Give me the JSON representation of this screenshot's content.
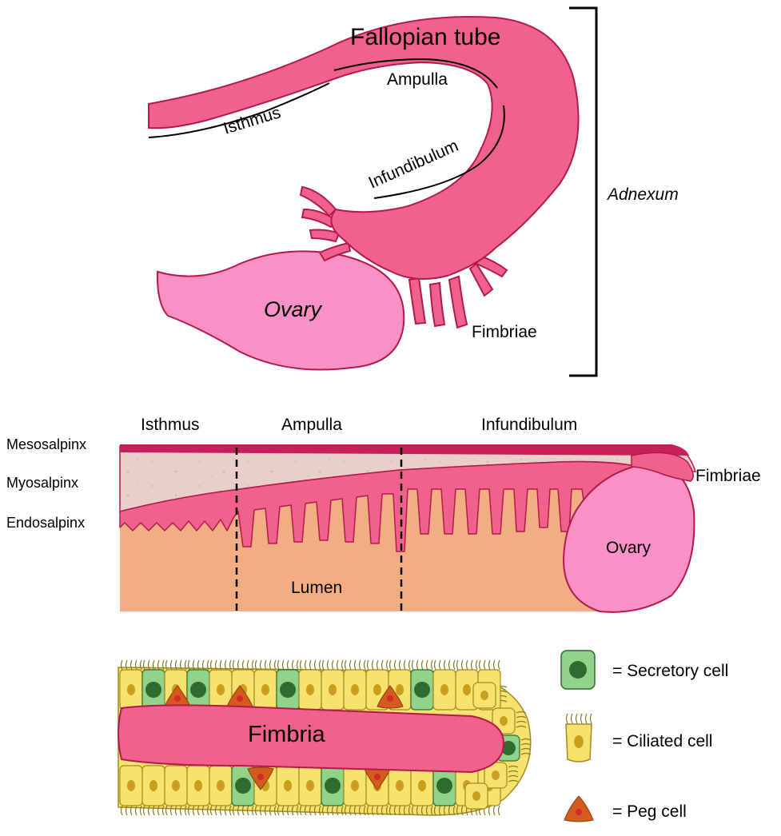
{
  "colors": {
    "tube_pink": "#f0628c",
    "tube_outline": "#b21a4c",
    "ovary_pink": "#f990c6",
    "lumen": "#f2ae82",
    "wall": "#e9cfc9",
    "secretory_fill": "#8fd48a",
    "secretory_nucleus": "#2f6a2f",
    "ciliated_fill": "#f8e26e",
    "ciliated_nucleus": "#c8a01e",
    "peg_fill": "#d35b1e",
    "peg_nucleus": "#d42a2a"
  },
  "anatomy": {
    "fallopian_tube": "Fallopian tube",
    "ampulla": "Ampulla",
    "isthmus": "Isthmus",
    "infundibulum": "Infundibulum",
    "ovary": "Ovary",
    "fimbriae": "Fimbriae",
    "adnexum": "Adnexum"
  },
  "section": {
    "isthmus": "Isthmus",
    "ampulla": "Ampulla",
    "infundibulum": "Infundibulum",
    "mesosalpinx": "Mesosalpinx",
    "myosalpinx": "Myosalpinx",
    "endosalpinx": "Endosalpinx",
    "fimbriae": "Fimbriae",
    "ovary": "Ovary",
    "lumen": "Lumen"
  },
  "cells": {
    "fimbria": "Fimbria",
    "legend": [
      {
        "label": "= Secretory cell",
        "icon": "secretory-cell-icon"
      },
      {
        "label": "= Ciliated cell",
        "icon": "ciliated-cell-icon"
      },
      {
        "label": "= Peg cell",
        "icon": "peg-cell-icon"
      }
    ]
  }
}
